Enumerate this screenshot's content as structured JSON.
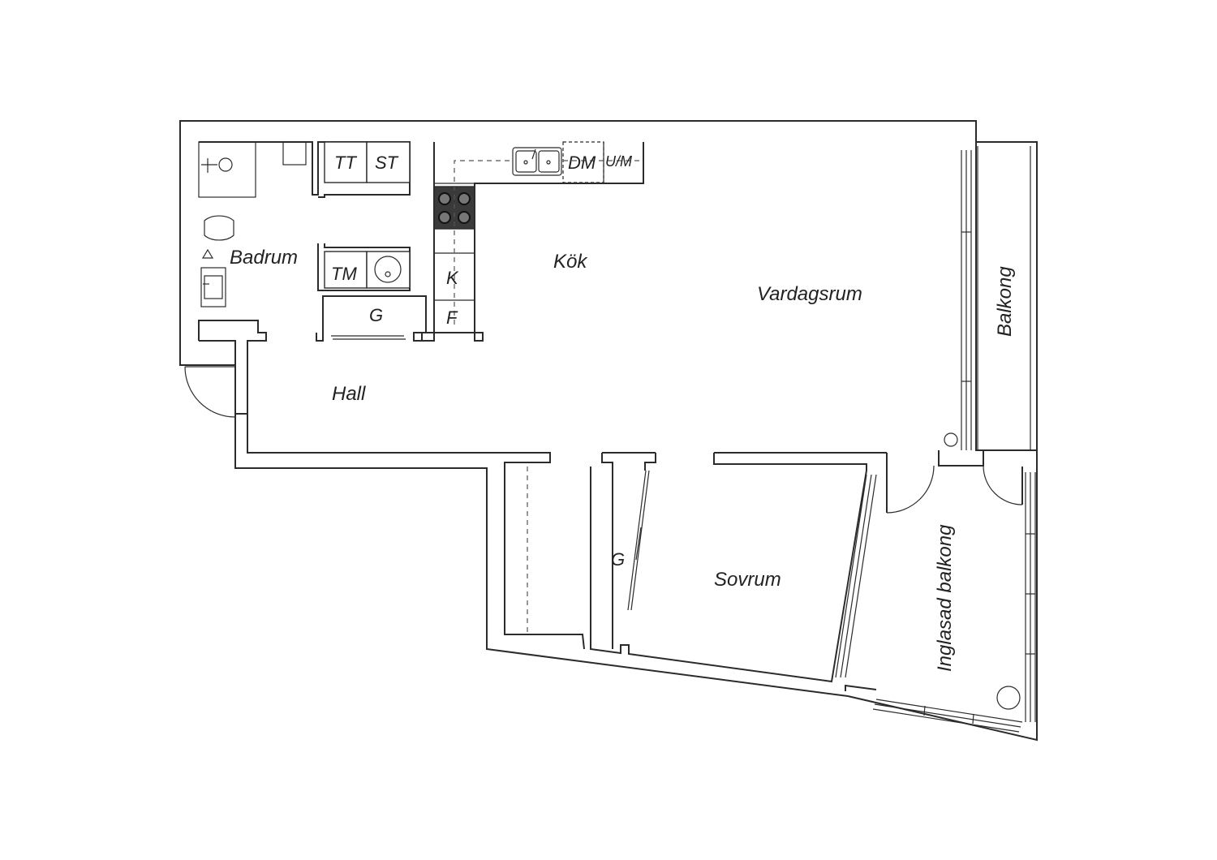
{
  "rooms": {
    "badrum": "Badrum",
    "kok": "Kök",
    "vardagsrum": "Vardagsrum",
    "hall": "Hall",
    "sovrum": "Sovrum",
    "balkong": "Balkong",
    "inglasad_balkong": "Inglasad balkong"
  },
  "fixtures": {
    "tt": "TT",
    "st": "ST",
    "tm": "TM",
    "g_hall": "G",
    "dm": "DM",
    "um": "U/M",
    "k": "K",
    "f": "F",
    "g_sovrum": "G"
  }
}
